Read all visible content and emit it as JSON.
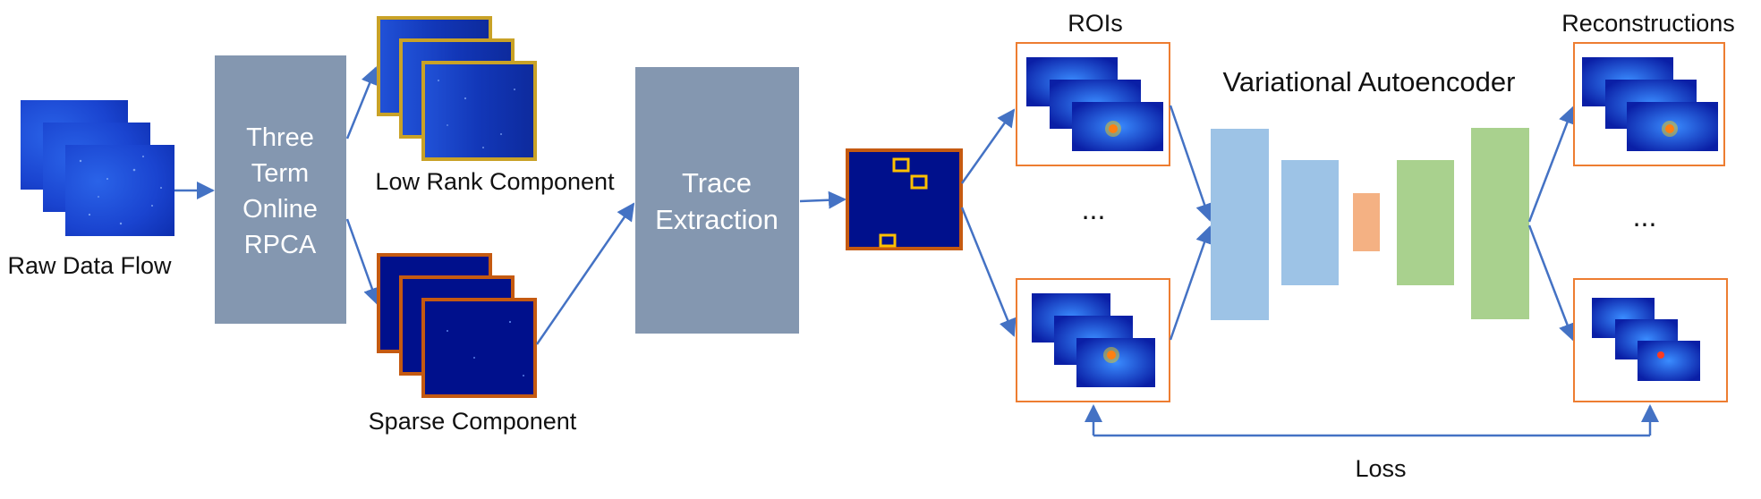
{
  "labels": {
    "raw_data_flow": "Raw Data Flow",
    "rpca_line1": "Three",
    "rpca_line2": "Term",
    "rpca_line3": "Online",
    "rpca_line4": "RPCA",
    "low_rank": "Low Rank Component",
    "sparse": "Sparse Component",
    "trace_line1": "Trace",
    "trace_line2": "Extraction",
    "rois": "ROIs",
    "vae_title": "Variational  Autoencoder",
    "reconstructions": "Reconstructions",
    "ellipsis_rois": "...",
    "ellipsis_recon": "...",
    "loss": "Loss"
  },
  "colors": {
    "arrow": "#4472c4",
    "process_box": "#8497b0",
    "low_rank_border": "#c9a227",
    "sparse_border": "#c55a11",
    "roi_box_border": "#ed7d31",
    "roi_marker": "#ffc000",
    "encoder": "#9dc3e6",
    "latent": "#f4b183",
    "decoder": "#a9d18e",
    "frame_blue": "#1f3fbf",
    "frame_dark": "#000f8a"
  }
}
